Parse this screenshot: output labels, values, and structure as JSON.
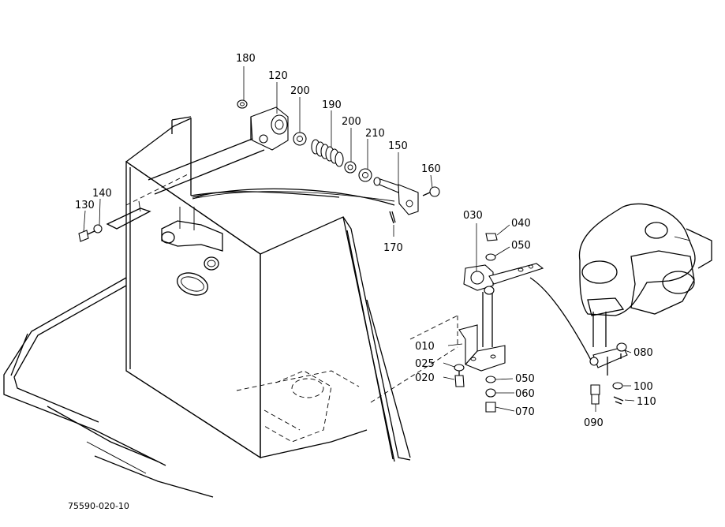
{
  "diagram": {
    "reference_number": "75590-020-10",
    "callouts": {
      "p180": "180",
      "p120": "120",
      "p200a": "200",
      "p190": "190",
      "p200b": "200",
      "p210": "210",
      "p150": "150",
      "p160": "160",
      "p140": "140",
      "p130": "130",
      "p170": "170",
      "p030": "030",
      "p040": "040",
      "p050a": "050",
      "p010": "010",
      "p025": "025",
      "p020": "020",
      "p050b": "050",
      "p060": "060",
      "p070": "070",
      "p080": "080",
      "p100": "100",
      "p110": "110",
      "p090": "090"
    }
  }
}
